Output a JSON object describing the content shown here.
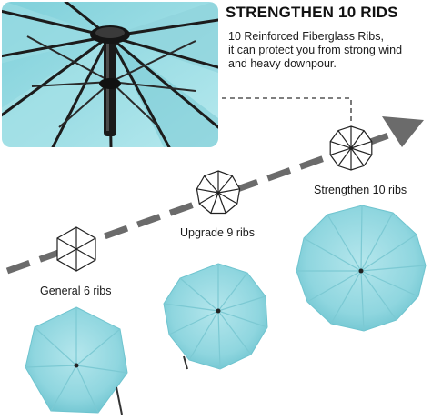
{
  "heading": "STRENGTHEN 10 RIDS",
  "description": {
    "line1": "10 Reinforced Fiberglass Ribs,",
    "line2": "it can protect you from strong wind",
    "line3": "and heavy downpour."
  },
  "stages": [
    {
      "label": "General 6 ribs",
      "ribs": 6
    },
    {
      "label": "Upgrade 9 ribs",
      "ribs": 9
    },
    {
      "label": "Strengthen 10 ribs",
      "ribs": 10
    }
  ],
  "colors": {
    "canopy": "#8fd6df",
    "canopy_dark": "#5fb9c6",
    "arrow": "#6b6b6b",
    "frame": "#222222",
    "text": "#111111"
  }
}
